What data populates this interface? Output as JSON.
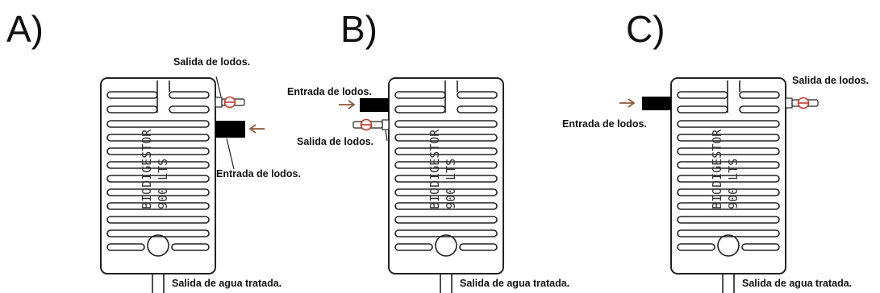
{
  "panels": [
    {
      "letter": "A)",
      "tank_text": [
        "BIODIGESTOR",
        "900 LTS"
      ],
      "outlet_label": "Salida de lodos.",
      "inlet_label": "Entrada de lodos.",
      "water_label": "Salida de agua tratada."
    },
    {
      "letter": "B)",
      "tank_text": [
        "BIODIGESTOR",
        "900 LTS"
      ],
      "outlet_label": "Salida de lodos.",
      "inlet_label": "Entrada de lodos.",
      "water_label": "Salida de agua tratada."
    },
    {
      "letter": "C)",
      "tank_text": [
        "BIODIGESTOR",
        "900 LTS"
      ],
      "outlet_label": "Salida de lodos.",
      "inlet_label": "Entrada de lodos.",
      "water_label": "Salida de agua tratada."
    }
  ],
  "colors": {
    "outline": "#222222",
    "valve": "#c0392b",
    "arrow": "#8a5a3c",
    "inlet_block": "#000000"
  }
}
